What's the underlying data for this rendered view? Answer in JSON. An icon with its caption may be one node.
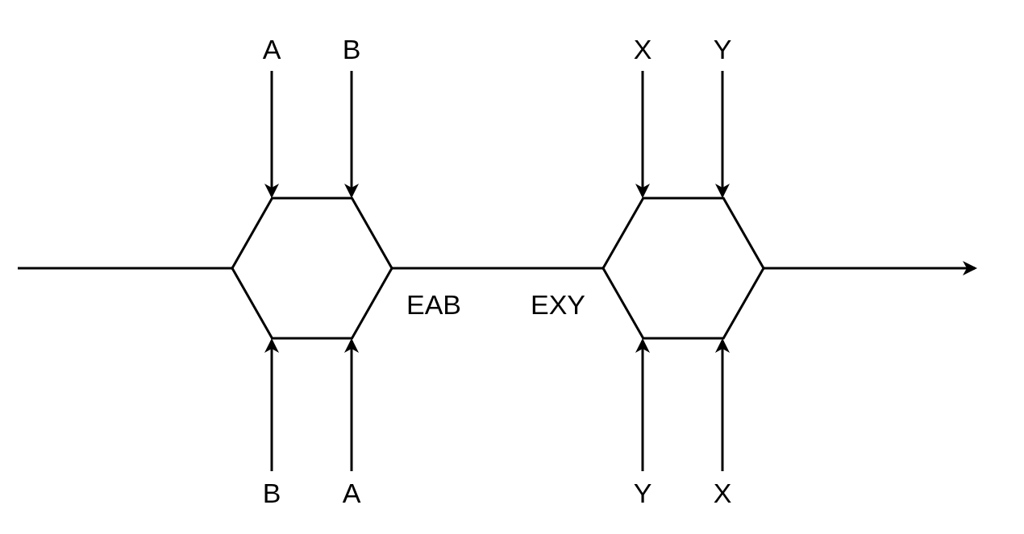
{
  "diagram": {
    "nodes": [
      {
        "text": [
          "A"
        ]
      },
      {
        "text": [
          "B"
        ]
      },
      {
        "text": [
          "X"
        ]
      },
      {
        "text": [
          "Y"
        ]
      },
      {
        "text": [],
        "shape": "hexagon"
      },
      {
        "text": [],
        "shape": "hexagon"
      },
      {
        "text": [
          "B"
        ]
      },
      {
        "text": [
          "A"
        ]
      },
      {
        "text": [
          "Y"
        ]
      },
      {
        "text": [
          "X"
        ]
      }
    ],
    "edges": [
      {
        "from": 0,
        "to": 4,
        "arrow": "to"
      },
      {
        "from": 1,
        "to": 4,
        "arrow": "to"
      },
      {
        "from": 2,
        "to": 5,
        "arrow": "to"
      },
      {
        "from": 3,
        "to": 5,
        "arrow": "to"
      },
      {
        "from": 6,
        "to": 4,
        "arrow": "to"
      },
      {
        "from": 7,
        "to": 4,
        "arrow": "to"
      },
      {
        "from": 8,
        "to": 5,
        "arrow": "to"
      },
      {
        "from": 9,
        "to": 5,
        "arrow": "to"
      },
      {
        "from": null,
        "to": 4,
        "arrow": "none"
      },
      {
        "from": 4,
        "to": 5,
        "arrow": "none"
      },
      {
        "from": 5,
        "to": null,
        "arrow": "to"
      }
    ],
    "labels": [
      "EAB",
      "EXY"
    ]
  }
}
